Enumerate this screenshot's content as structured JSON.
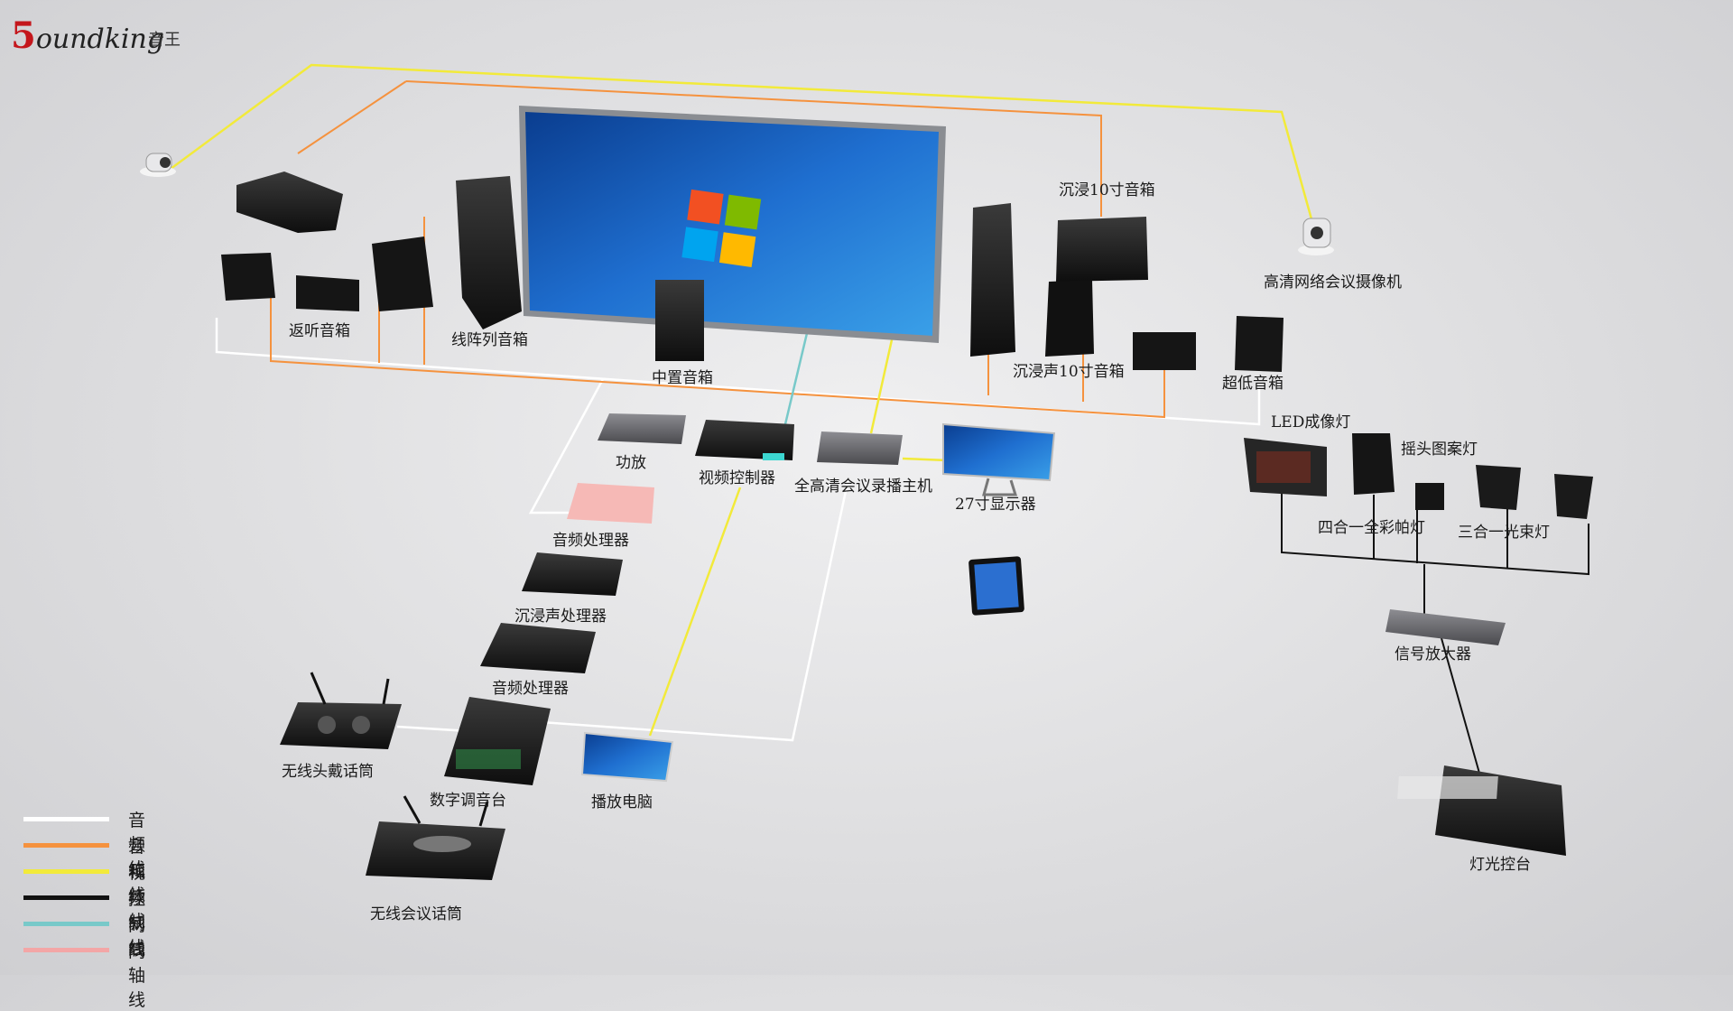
{
  "logo": {
    "text": "oundking",
    "cn": "音王",
    "accent": "#c4161c"
  },
  "colors": {
    "audio": "#ffffff",
    "speaker": "#f5923e",
    "video": "#f2ea3a",
    "control": "#111111",
    "network": "#78c9c9",
    "coax": "#f3a6a6"
  },
  "labels": {
    "monitor_speaker": "返听音箱",
    "line_array": "线阵列音箱",
    "center_speaker": "中置音箱",
    "immersive_10": "沉浸10寸音箱",
    "immersive_sound_10": "沉浸声10寸音箱",
    "hd_camera": "高清网络会议摄像机",
    "subwoofer": "超低音箱",
    "amplifier": "功放",
    "video_controller": "视频控制器",
    "recorder": "全高清会议录播主机",
    "display_27": "27寸显示器",
    "audio_processor_1": "音频处理器",
    "immersive_processor": "沉浸声处理器",
    "audio_processor_2": "音频处理器",
    "wireless_headset": "无线头戴话筒",
    "digital_mixer": "数字调音台",
    "playback_pc": "播放电脑",
    "wireless_mic": "无线会议话筒",
    "led_light": "LED成像灯",
    "moving_head": "摇头图案灯",
    "par_light": "四合一全彩帕灯",
    "beam_light": "三合一光束灯",
    "signal_amp": "信号放大器",
    "lighting_console": "灯光控台"
  },
  "legend": [
    {
      "label": "音频线",
      "color": "#ffffff"
    },
    {
      "label": "音箱线",
      "color": "#f5923e"
    },
    {
      "label": "视频线",
      "color": "#f2ea3a"
    },
    {
      "label": "控制线",
      "color": "#111111"
    },
    {
      "label": "网线",
      "color": "#78c9c9"
    },
    {
      "label": "同轴线",
      "color": "#f3a6a6"
    }
  ]
}
